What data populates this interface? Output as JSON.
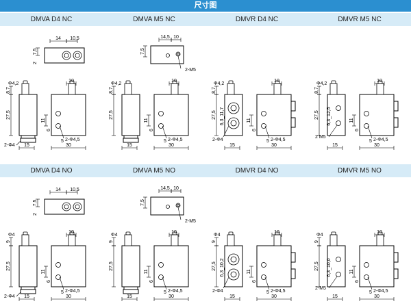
{
  "header": {
    "title": "尺寸图"
  },
  "rows": [
    {
      "models": [
        "DMVA D4 NC",
        "DMVA M5 NC",
        "DMVR D4 NC",
        "DMVR M5 NC"
      ],
      "fitting_dia": "Φ4,2",
      "height_top": "8,7"
    },
    {
      "models": [
        "DMVA D4 NO",
        "DMVA M5 NO",
        "DMVR D4 NO",
        "DMVR M5 NO"
      ],
      "fitting_dia": "Φ4",
      "height_top": "9"
    }
  ],
  "dims": {
    "top_a": "14",
    "top_b": "10,5",
    "top_c": "14,5",
    "top_d": "10",
    "h75": "7,5",
    "h2": "2",
    "m5": "2-M5",
    "body_h": "27,5",
    "w15": "15",
    "w30": "30",
    "w10": "10",
    "d6": "6",
    "d11": "11",
    "d5": "5",
    "holes_s": "2-Φ4,5",
    "fit_side": "2-Φ4",
    "dr_nc": "6,3_11,7",
    "dr_no": "6,3_10,2",
    "m5_nc": "6,3_12,5",
    "m5_no": "6,3_10,0",
    "m5_side": "2 M5",
    "m5_side2": "2-M5"
  }
}
